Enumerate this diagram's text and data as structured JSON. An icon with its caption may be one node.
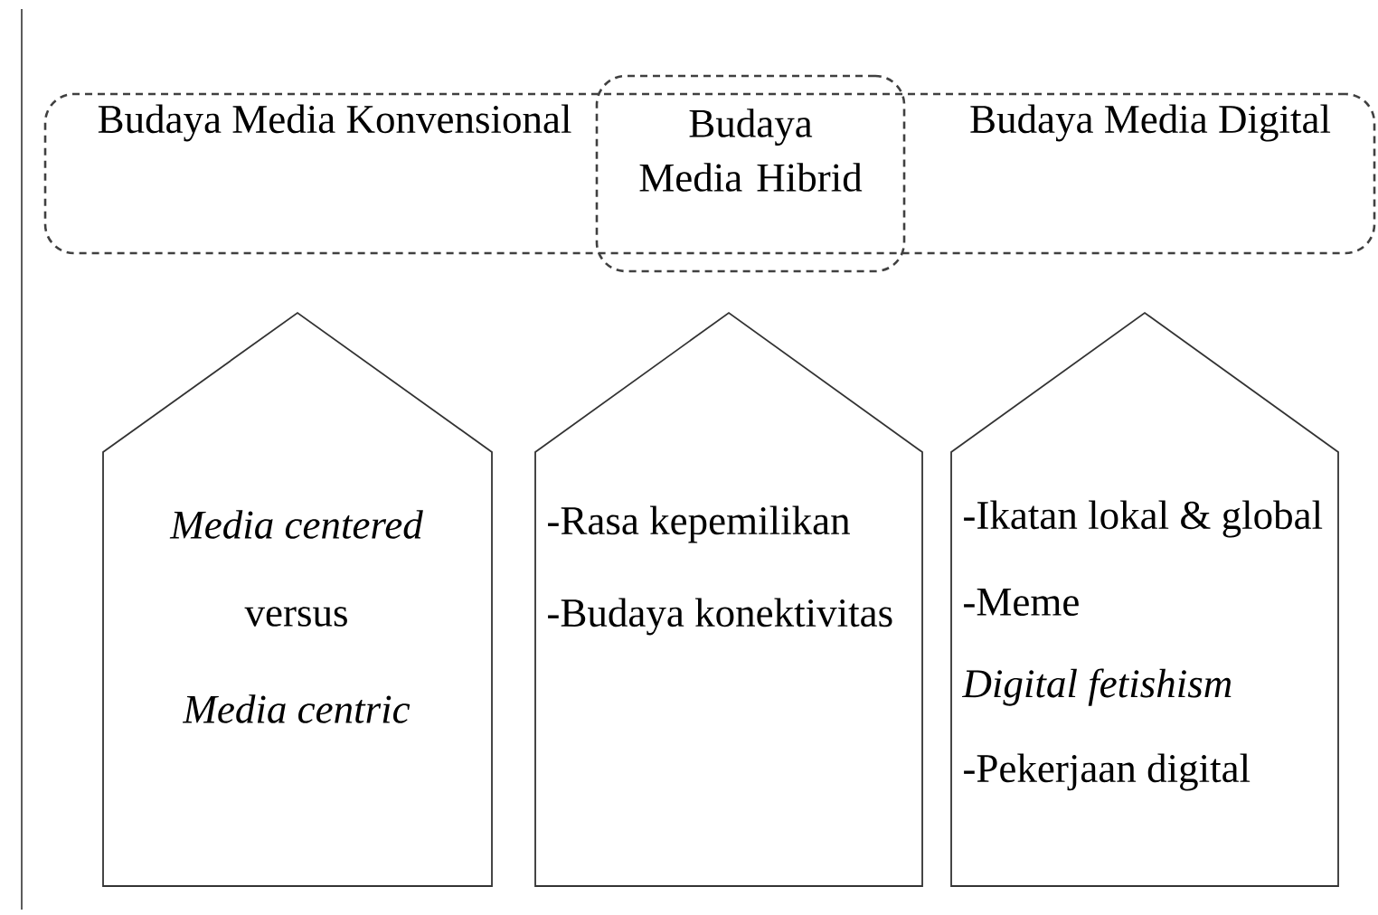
{
  "diagram": {
    "nodes": [
      {
        "text": [
          "Budaya Media Konvensional",
          "Budaya Media Digital"
        ]
      },
      {
        "text": [
          "Budaya Media Hibrid"
        ],
        "in": 0
      },
      {
        "text": [
          "Media centered",
          "versus",
          "Media centric"
        ]
      },
      {
        "text": [
          "-Rasa kepemilikan",
          "-Budaya konektivitas"
        ]
      },
      {
        "text": [
          "-Ikatan lokal & global",
          "-Meme",
          "Digital fetishism",
          "-Pekerjaan digital"
        ]
      }
    ]
  }
}
